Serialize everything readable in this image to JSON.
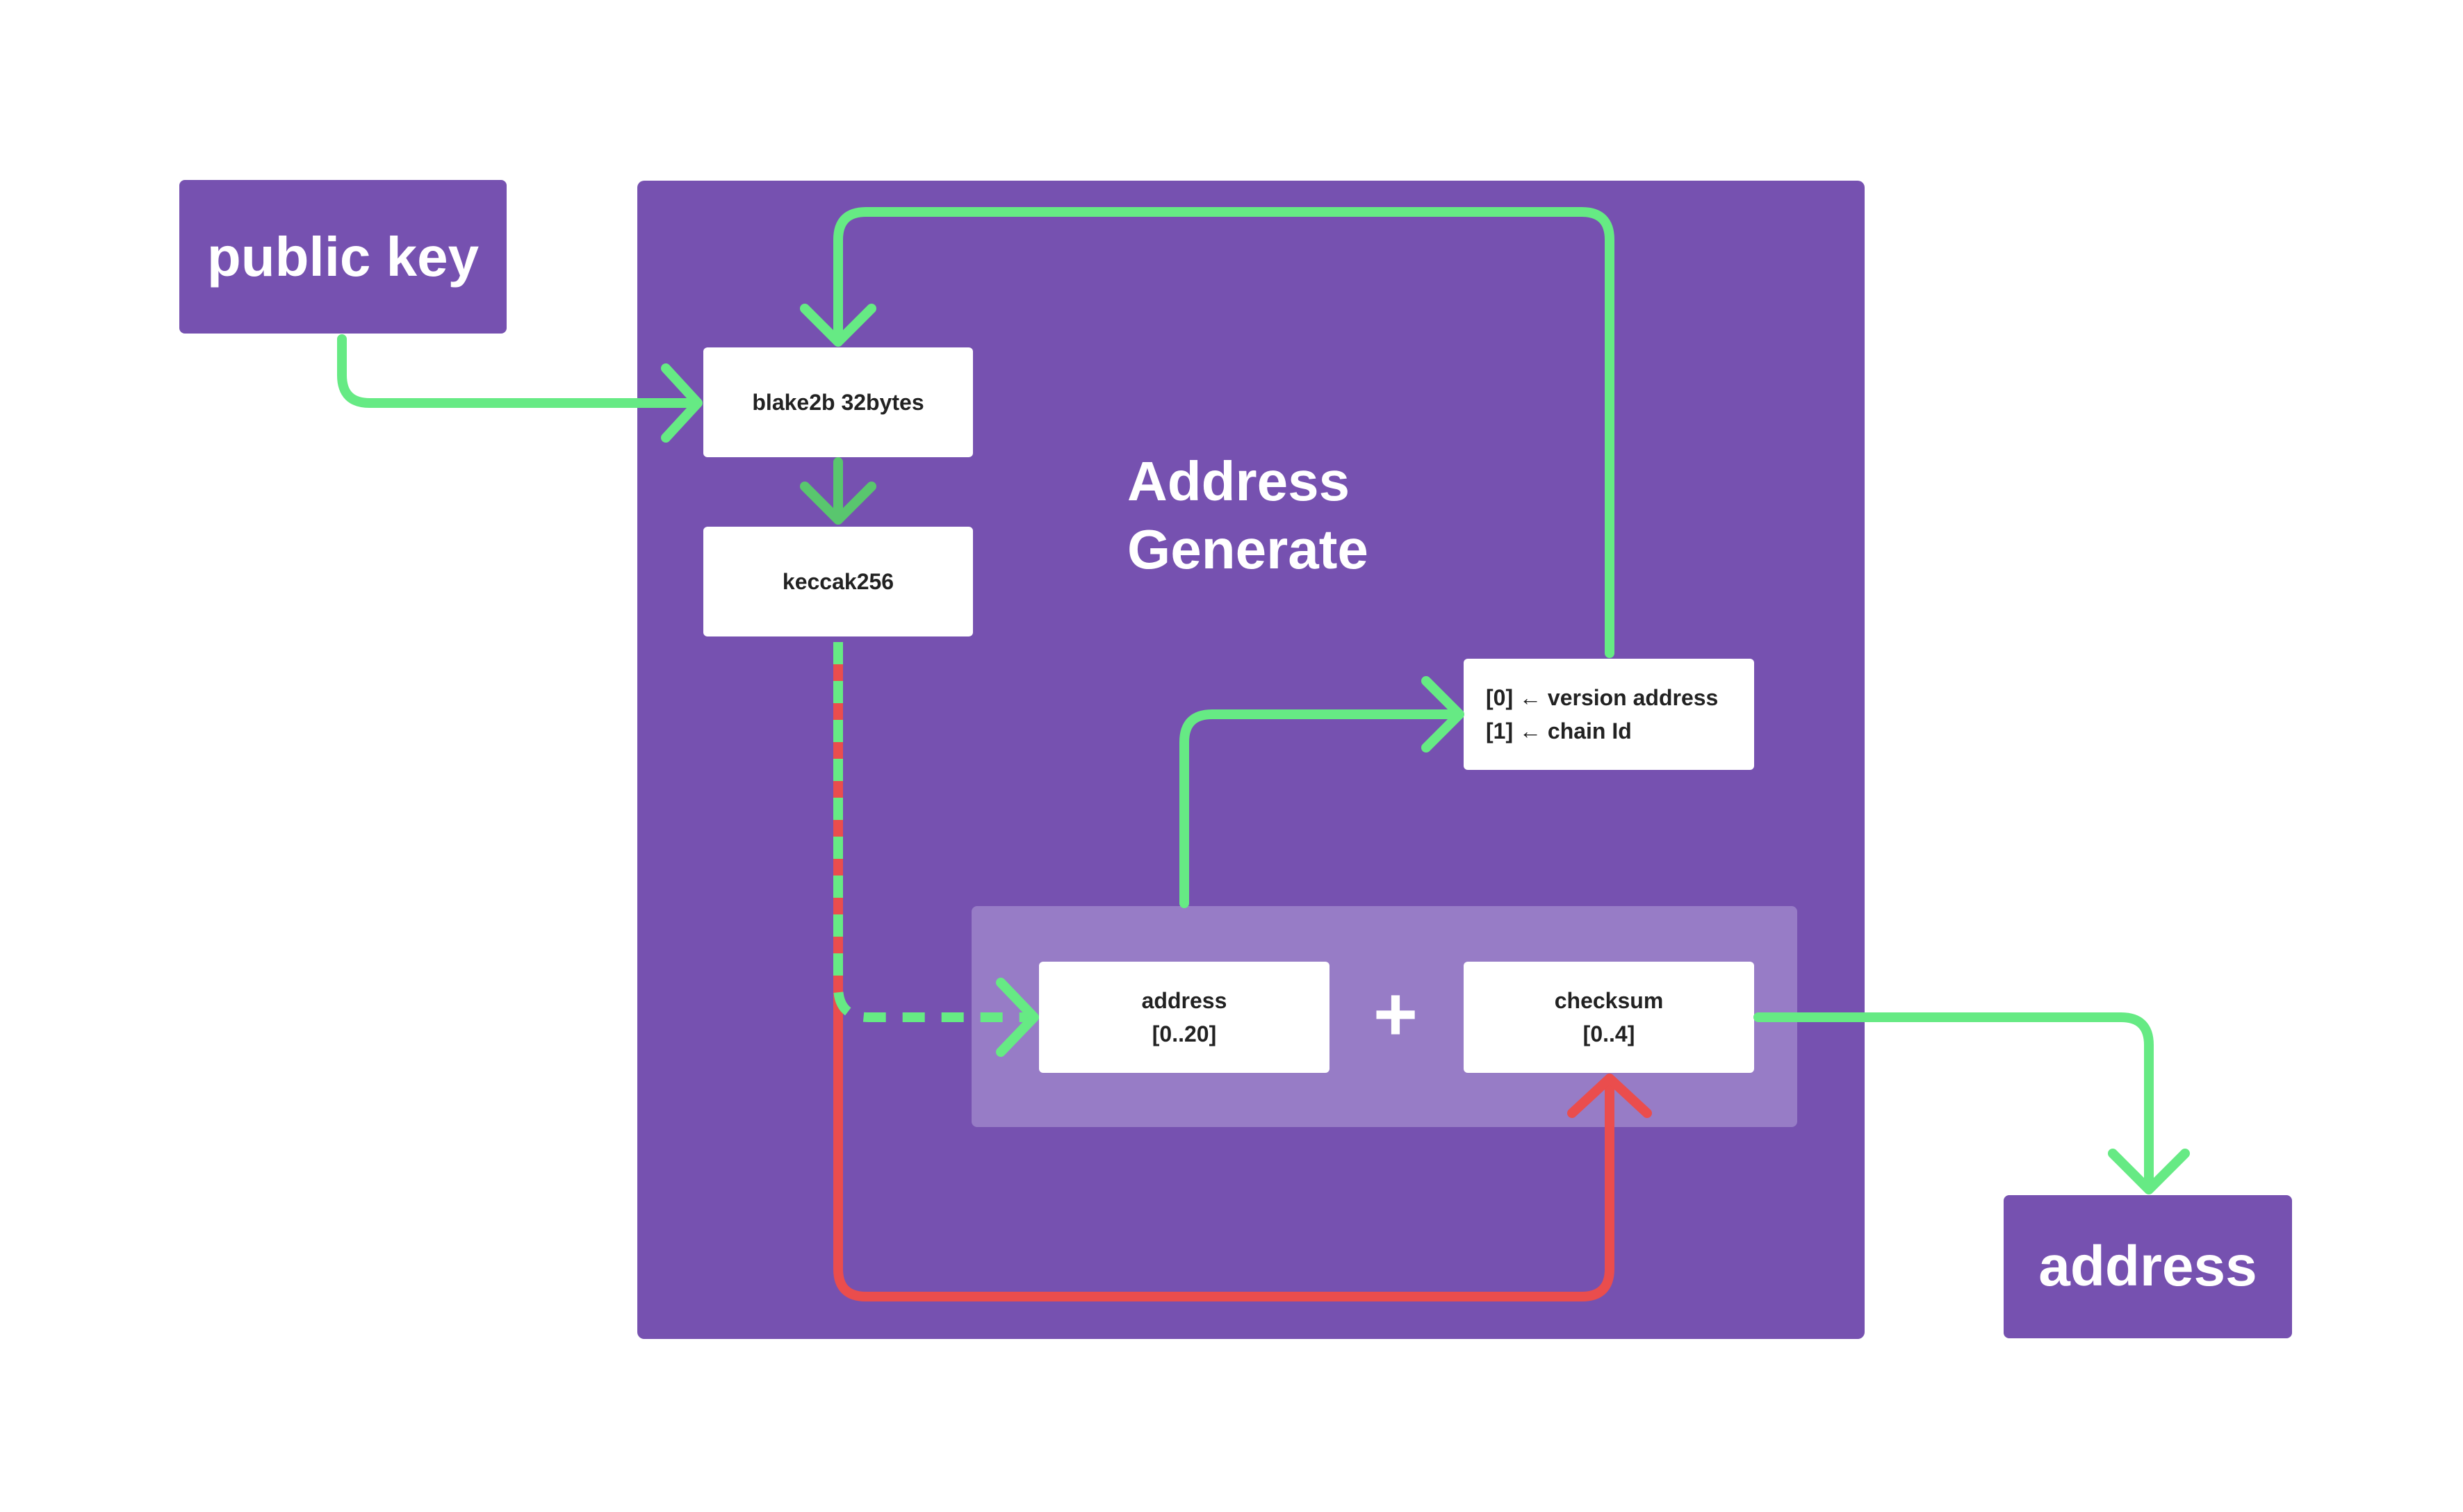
{
  "inputs": {
    "public_key": "public key"
  },
  "outputs": {
    "address": "address"
  },
  "panel": {
    "title_line1": "Address",
    "title_line2": "Generate"
  },
  "nodes": {
    "blake": "blake2b 32bytes",
    "keccak": "keccak256",
    "version_line1": "[0] ← version address",
    "version_line2": "[1] ← chain Id",
    "address_line1": "address",
    "address_line2": "[0..20]",
    "checksum_line1": "checksum",
    "checksum_line2": "[0..4]",
    "plus": "+"
  },
  "colors": {
    "panel": "#7651b0",
    "inner_panel": "#977cc6",
    "arrow_green": "#66ea84",
    "arrow_red": "#ea4d4d",
    "node_bg": "#ffffff"
  }
}
